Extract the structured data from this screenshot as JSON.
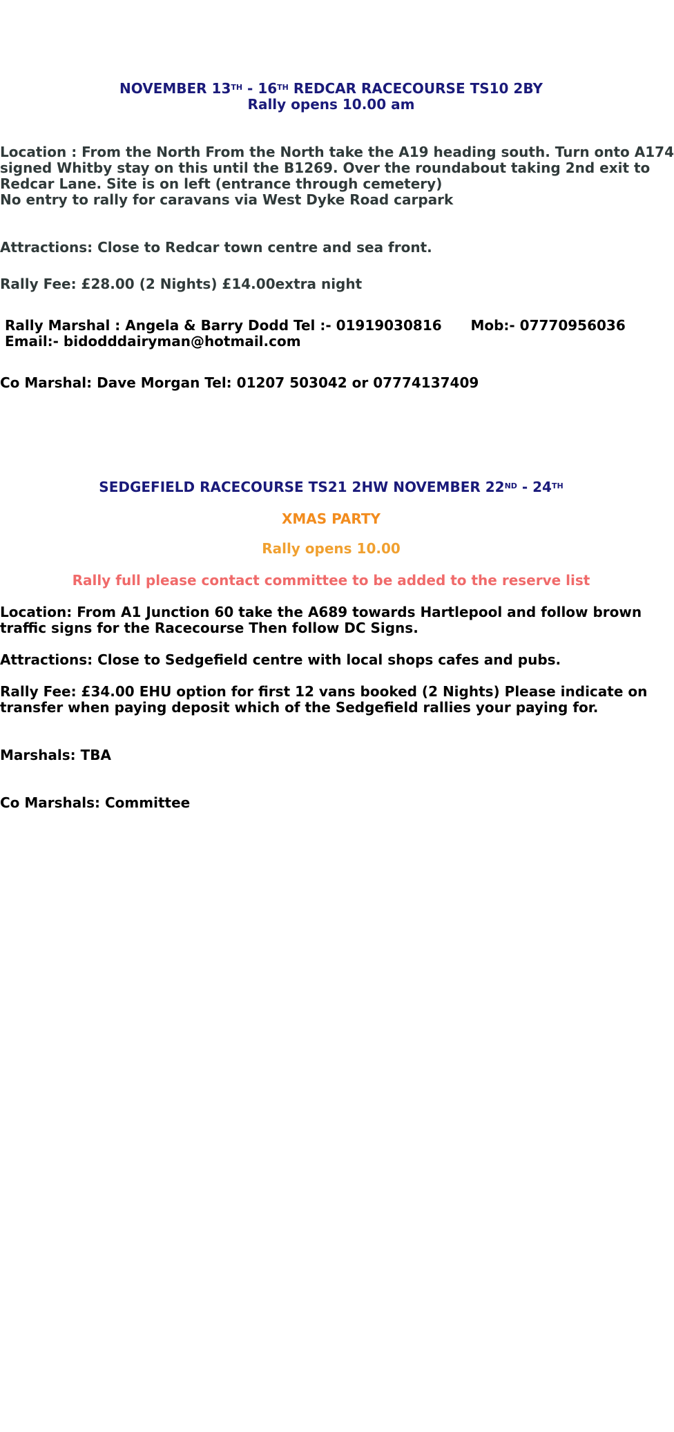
{
  "colors": {
    "heading": "#1a1a7a",
    "body_grey": "#303a3a",
    "body_black": "#000000",
    "xmas": "#f28c1e",
    "rally_opens_2": "#f0a030",
    "rally_full": "#f06a6a"
  },
  "rally1": {
    "heading_a": "NOVEMBER 13",
    "heading_sup1": "TH",
    "heading_b": " - 16",
    "heading_sup2": "TH",
    "heading_c": " REDCAR RACECOURSE TS10 2BY",
    "opens": "Rally opens 10.00 am",
    "location_lines": [
      "Location : From the North  From the North take the A19 heading south. Turn onto A174",
      "signed Whitby stay on this until the B1269. Over the roundabout taking 2nd exit to",
      "Redcar Lane. Site is on left (entrance through cemetery)",
      "No entry to rally for caravans via West Dyke Road carpark"
    ],
    "attractions": "Attractions: Close to Redcar town centre and sea front.",
    "fee": "Rally Fee: £28.00   (2 Nights) £14.00extra night",
    "marshal": " Rally Marshal : Angela & Barry Dodd Tel :- 01919030816      Mob:- 07770956036",
    "email": " Email:- bidodddairyman@hotmail.com",
    "co_marshal": "Co Marshal: Dave Morgan  Tel: 01207 503042 or 07774137409"
  },
  "rally2": {
    "heading_a": "SEDGEFIELD RACECOURSE TS21 2HW  NOVEMBER  22",
    "heading_sup1": "ND",
    "heading_b": " - 24",
    "heading_sup2": "TH",
    "xmas": "XMAS PARTY",
    "opens": "Rally opens 10.00",
    "full": "Rally full please contact committee to be added to the reserve list",
    "location_lines": [
      "Location: From A1 Junction 60 take the A689 towards Hartlepool and follow brown",
      "traffic signs for the Racecourse Then follow DC Signs."
    ],
    "attractions": "Attractions: Close to Sedgefield centre with local shops cafes and pubs.",
    "fee_lines": [
      "Rally Fee: £34.00 EHU option for first 12 vans booked  (2 Nights) Please indicate on",
      "transfer when paying deposit which of the Sedgefield rallies your paying for."
    ],
    "marshals": "Marshals: TBA",
    "co_marshals": "Co Marshals: Committee"
  }
}
